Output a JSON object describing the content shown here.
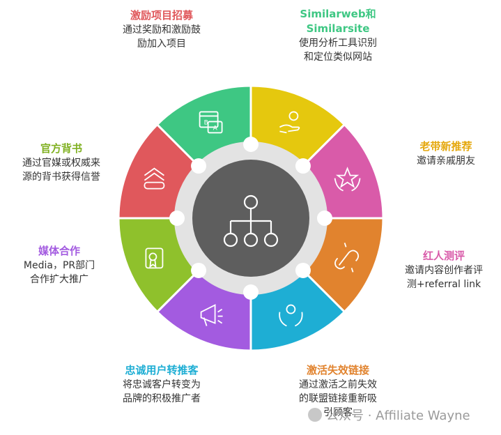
{
  "colors": {
    "red": "#e0585c",
    "green": "#3ec783",
    "yellow": "#e5c80e",
    "pink": "#d95ba9",
    "orange": "#e1832e",
    "blue": "#1eaed4",
    "purple": "#a35be0",
    "lime": "#8fc12c",
    "hub": "#5e5e5e",
    "ring": "#e3e3e3"
  },
  "segments": [
    {
      "id": "incentive",
      "title": "激励项目招募",
      "desc": [
        "通过奖励和激励鼓",
        "励加入项目"
      ],
      "color_key": "red",
      "icon": "stack-icon"
    },
    {
      "id": "similarweb",
      "title": [
        "Similarweb和",
        "Similarsite"
      ],
      "desc": [
        "使用分析工具识别",
        "和定位类似网站"
      ],
      "color_key": "green",
      "icon": "browser-ab-icon"
    },
    {
      "id": "referral",
      "title": "老带新推荐",
      "desc": [
        "邀请亲戚朋友"
      ],
      "color_key": "yellow",
      "icon": "hand-coin-icon"
    },
    {
      "id": "influencer",
      "title": "红人测评",
      "desc": [
        "邀请内容创作者评",
        "测+referral link"
      ],
      "color_key": "pink",
      "icon": "star-laurel-icon"
    },
    {
      "id": "reactivate",
      "title": "激活失效链接",
      "desc": [
        "通过激活之前失效",
        "的联盟链接重新吸",
        "引顾客"
      ],
      "color_key": "orange",
      "icon": "broken-link-icon"
    },
    {
      "id": "loyal",
      "title": "忠诚用户转推客",
      "desc": [
        "将忠诚客户转变为",
        "品牌的积极推广者"
      ],
      "color_key": "blue",
      "icon": "hands-ball-icon"
    },
    {
      "id": "media",
      "title": "媒体合作",
      "desc": [
        "Media，PR部门",
        "合作扩大推广"
      ],
      "color_key": "purple",
      "icon": "megaphone-icon"
    },
    {
      "id": "official",
      "title": "官方背书",
      "desc": [
        "通过官媒或权威来",
        "源的背书获得信誉"
      ],
      "color_key": "lime",
      "icon": "certificate-icon"
    }
  ],
  "watermark": "公众号 · Affiliate Wayne"
}
